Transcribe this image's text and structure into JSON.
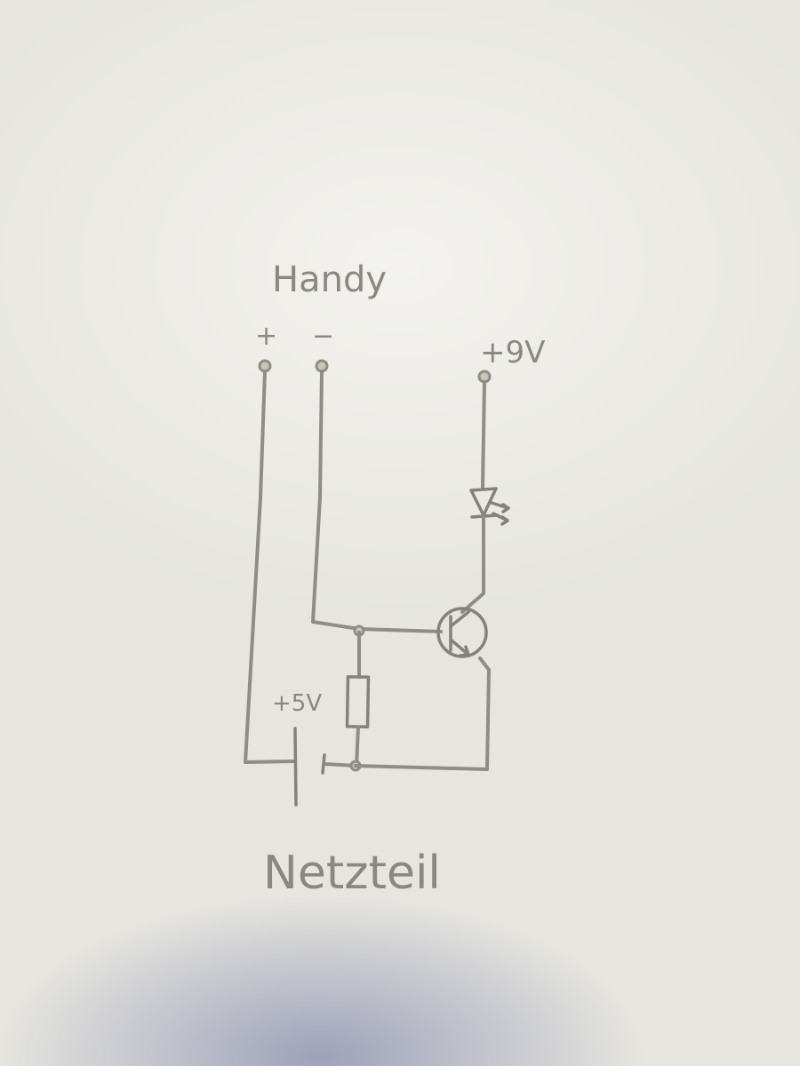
{
  "labels": {
    "top_device": "Handy",
    "plus_terminal": "+",
    "minus_terminal": "−",
    "supply_9v": "+9V",
    "supply_5v": "+5V",
    "bottom_device": "Netzteil"
  },
  "components": [
    "battery-terminals",
    "led",
    "npn-transistor",
    "resistor",
    "dc-source"
  ],
  "colors": {
    "paper": "#e9e8e3",
    "pencil": "#8f8d85"
  }
}
